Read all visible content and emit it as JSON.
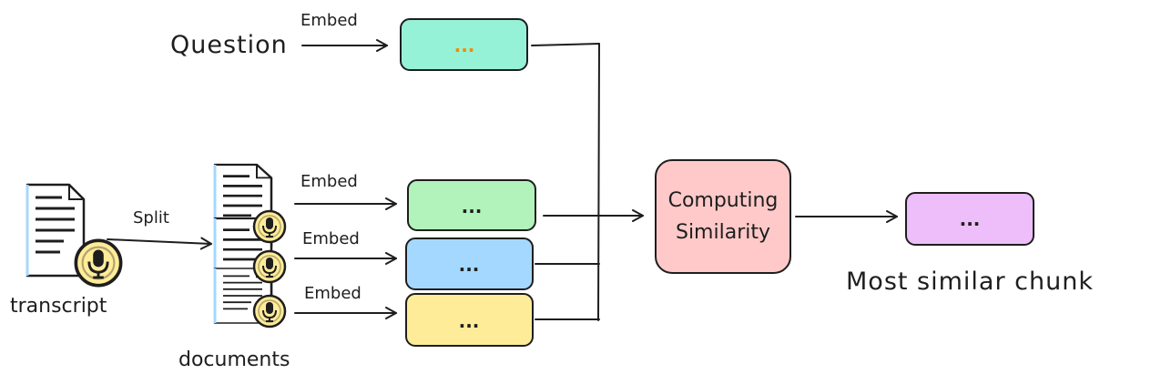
{
  "question": {
    "label": "Question",
    "edge_label": "Embed",
    "box_text": "...",
    "box_color": "#96f2d7",
    "dots_color": "#f08c00"
  },
  "transcript": {
    "label": "transcript",
    "split_label": "Split"
  },
  "documents": {
    "label": "documents"
  },
  "chunks": [
    {
      "edge_label": "Embed",
      "box_text": "...",
      "box_color": "#b2f2bb"
    },
    {
      "edge_label": "Embed",
      "box_text": "...",
      "box_color": "#a5d8ff"
    },
    {
      "edge_label": "Embed",
      "box_text": "...",
      "box_color": "#ffec99"
    }
  ],
  "similarity": {
    "line1": "Computing",
    "line2": "Similarity",
    "box_color": "#ffc9c9"
  },
  "result": {
    "box_text": "...",
    "box_color": "#eebefa",
    "caption": "Most similar chunk"
  },
  "colors": {
    "stroke": "#1e1e1e",
    "mic_badge": "#ffec99",
    "mic_badge_ring": "#1e1e1e",
    "doc_stripe": "#a5d8ff"
  }
}
